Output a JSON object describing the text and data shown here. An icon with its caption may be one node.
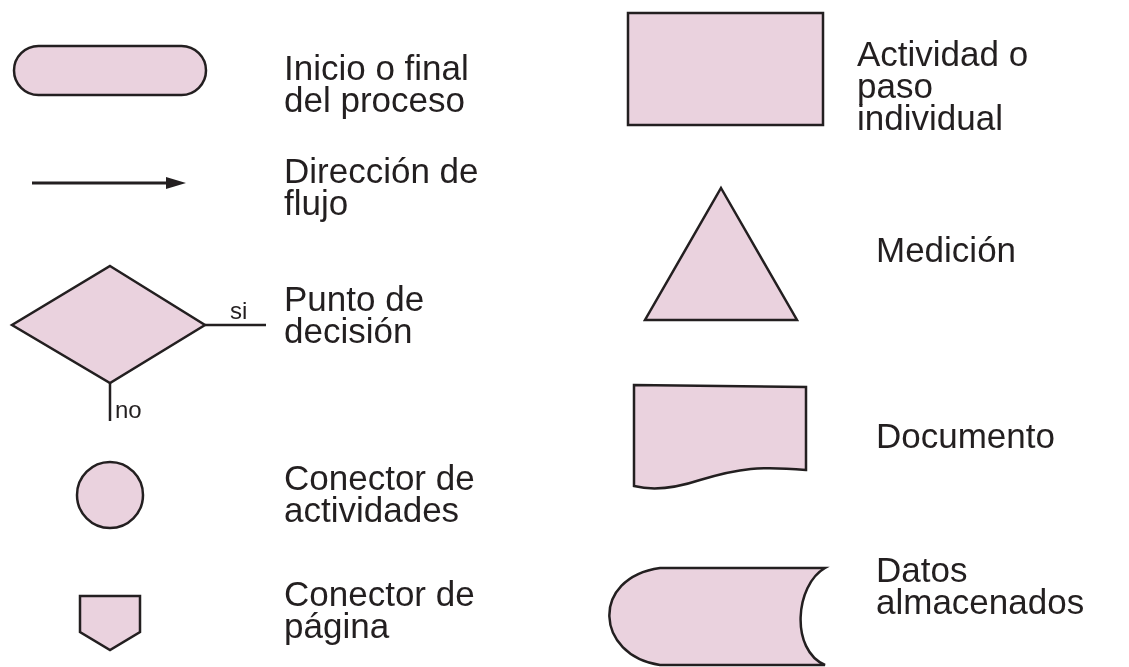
{
  "diagram": {
    "labels": [
      "si",
      "no"
    ],
    "legend": [
      {
        "text": "Inicio o final del proceso"
      },
      {
        "text": "Dirección de flujo"
      },
      {
        "text": "Punto de decisión"
      },
      {
        "text": "Conector de actividades"
      },
      {
        "text": "Conector de página"
      },
      {
        "text": "Actividad o paso individual"
      },
      {
        "text": "Medición"
      },
      {
        "text": "Documento"
      },
      {
        "text": "Datos almacenados"
      }
    ]
  }
}
